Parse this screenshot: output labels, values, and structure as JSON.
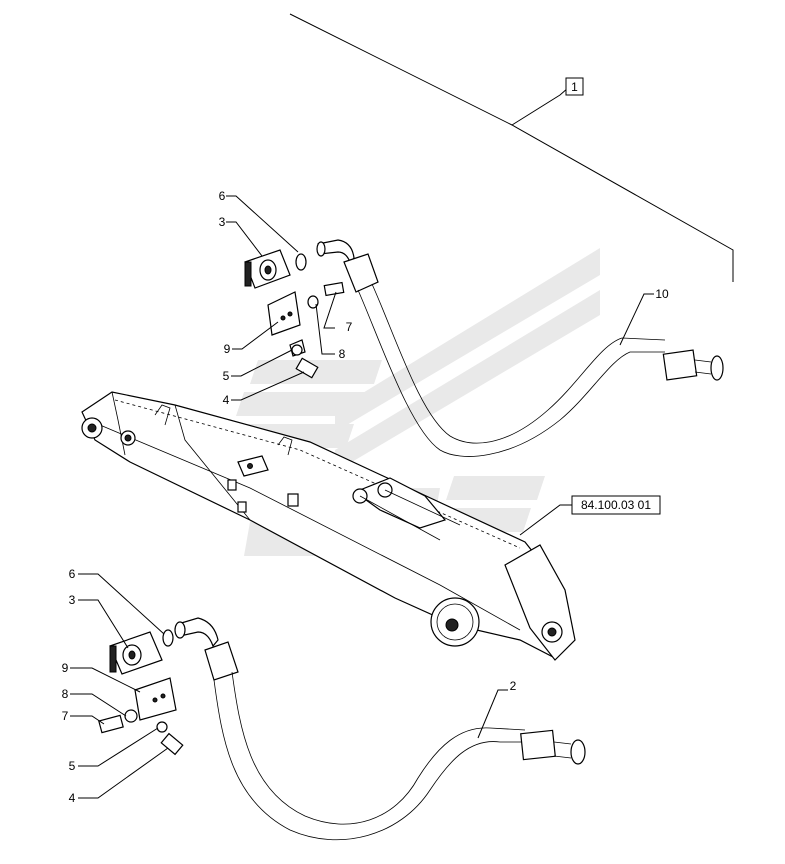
{
  "callouts": {
    "group_ref": "1",
    "page_ref": "84.100.03 01",
    "top_assembly": {
      "seal": "6",
      "clamp": "3",
      "plate": "9",
      "washer": "8",
      "bolt_7": "7",
      "nipple": "5",
      "bolt_4": "4",
      "hose": "10"
    },
    "bottom_assembly": {
      "seal": "6",
      "clamp": "3",
      "plate": "9",
      "washer": "8",
      "bolt_7": "7",
      "nipple": "5",
      "bolt_4": "4",
      "hose": "2"
    }
  }
}
